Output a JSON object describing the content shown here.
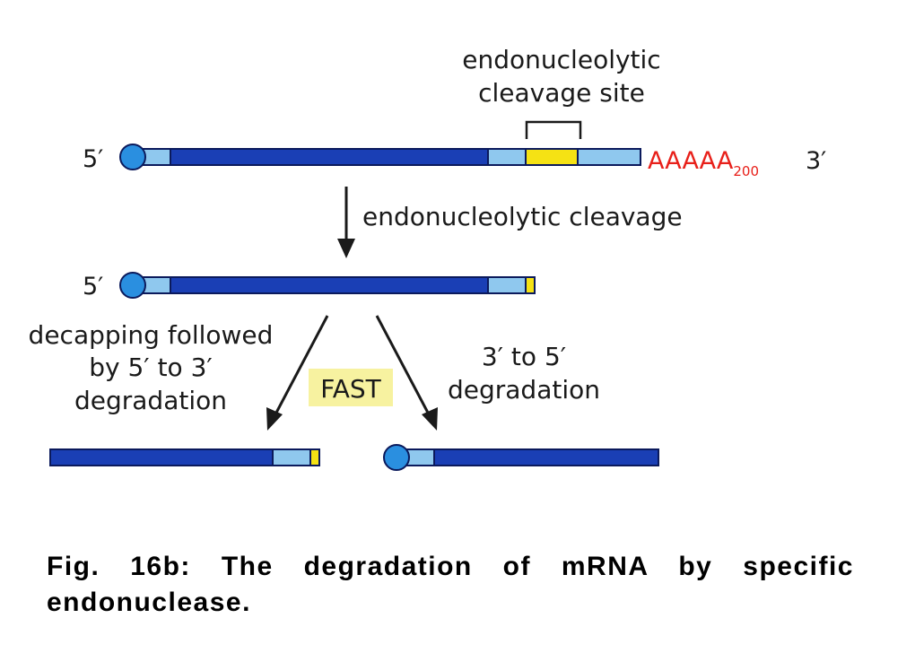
{
  "labels": {
    "cleavage_site_line1": "endonucleolytic",
    "cleavage_site_line2": "cleavage site",
    "five_prime": "5′",
    "three_prime": "3′",
    "poly_a": "AAAAA",
    "poly_a_subscript": "200",
    "step_cleavage": "endonucleolytic cleavage",
    "left_path_line1": "decapping followed",
    "left_path_line2": "by 5′ to 3′",
    "left_path_line3": "degradation",
    "speed_badge": "FAST",
    "right_path_line1": "3′ to 5′",
    "right_path_line2": "degradation"
  },
  "caption": "Fig. 16b:  The degradation of mRNA by specific endonuclease.",
  "colors": {
    "coding_region": "#1a3fb5",
    "utr": "#8fc8ee",
    "cleavage_site": "#f5e214",
    "cap": "#2a8fe0",
    "poly_a": "#e8201a",
    "fast_badge_bg": "#f7f2a0",
    "outline": "#0b1a5c"
  }
}
